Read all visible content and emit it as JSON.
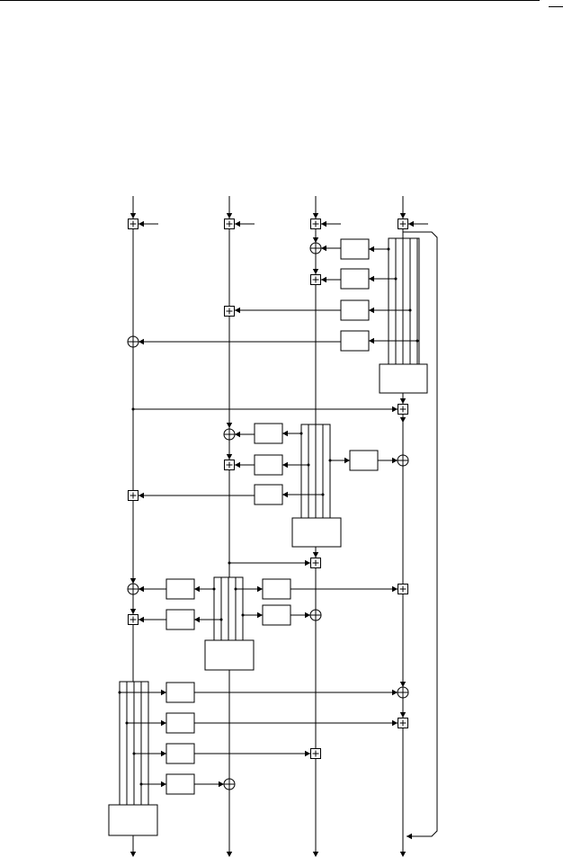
{
  "figure": {
    "rounds": [
      {
        "id": "round-1",
        "blocks": 4
      },
      {
        "id": "round-2",
        "blocks": 3
      },
      {
        "id": "round-3",
        "blocks": 2
      },
      {
        "id": "round-4",
        "blocks": 4
      }
    ],
    "symbols": {
      "modular_add": "add-box",
      "xor": "xor-circle"
    }
  }
}
